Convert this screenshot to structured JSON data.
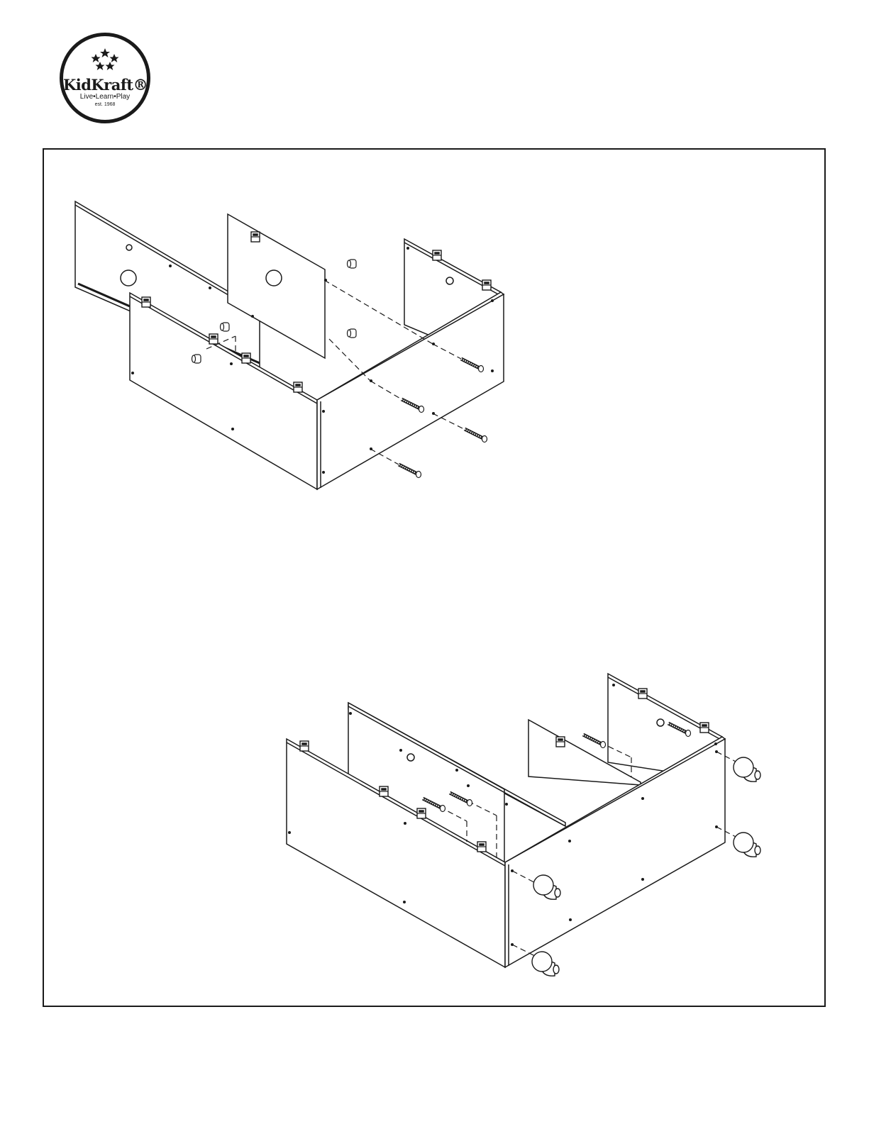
{
  "logo": {
    "brand": "KidKraft®",
    "tagline": "Live•Learn•Play",
    "established": "est. 1968"
  },
  "colors": {
    "line": "#1a1a1a",
    "panel_fill": "#ffffff",
    "frame": "#1a1a1a"
  }
}
